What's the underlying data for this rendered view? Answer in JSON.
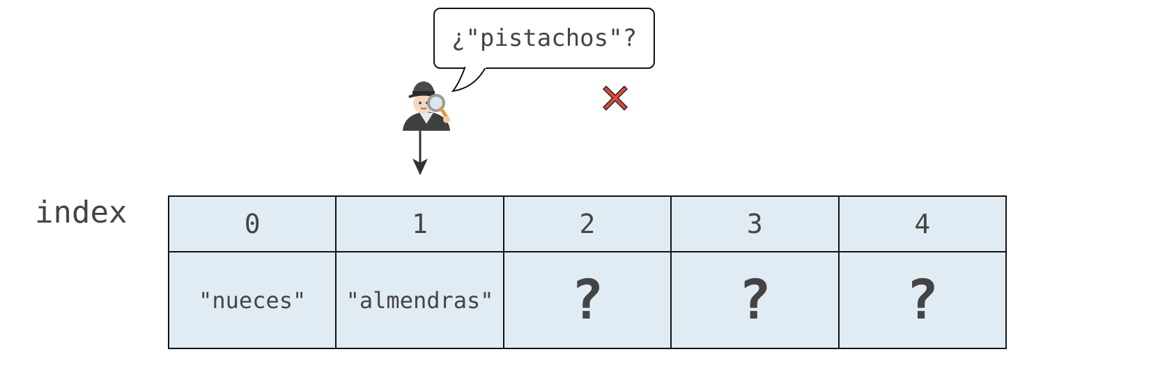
{
  "index_label": "index",
  "indices": [
    "0",
    "1",
    "2",
    "3",
    "4"
  ],
  "values": [
    "\"nueces\"",
    "\"almendras\"",
    "?",
    "?",
    "?"
  ],
  "query": "¿\"pistachos\"?",
  "icons": {
    "searcher": "detective-icon",
    "pointer": "arrow-down-icon",
    "result": "cross-mark-icon"
  },
  "colors": {
    "cell_fill": "#e1ebf3",
    "text": "#444444",
    "cross": "#e0483c"
  },
  "pointer_index": 1
}
